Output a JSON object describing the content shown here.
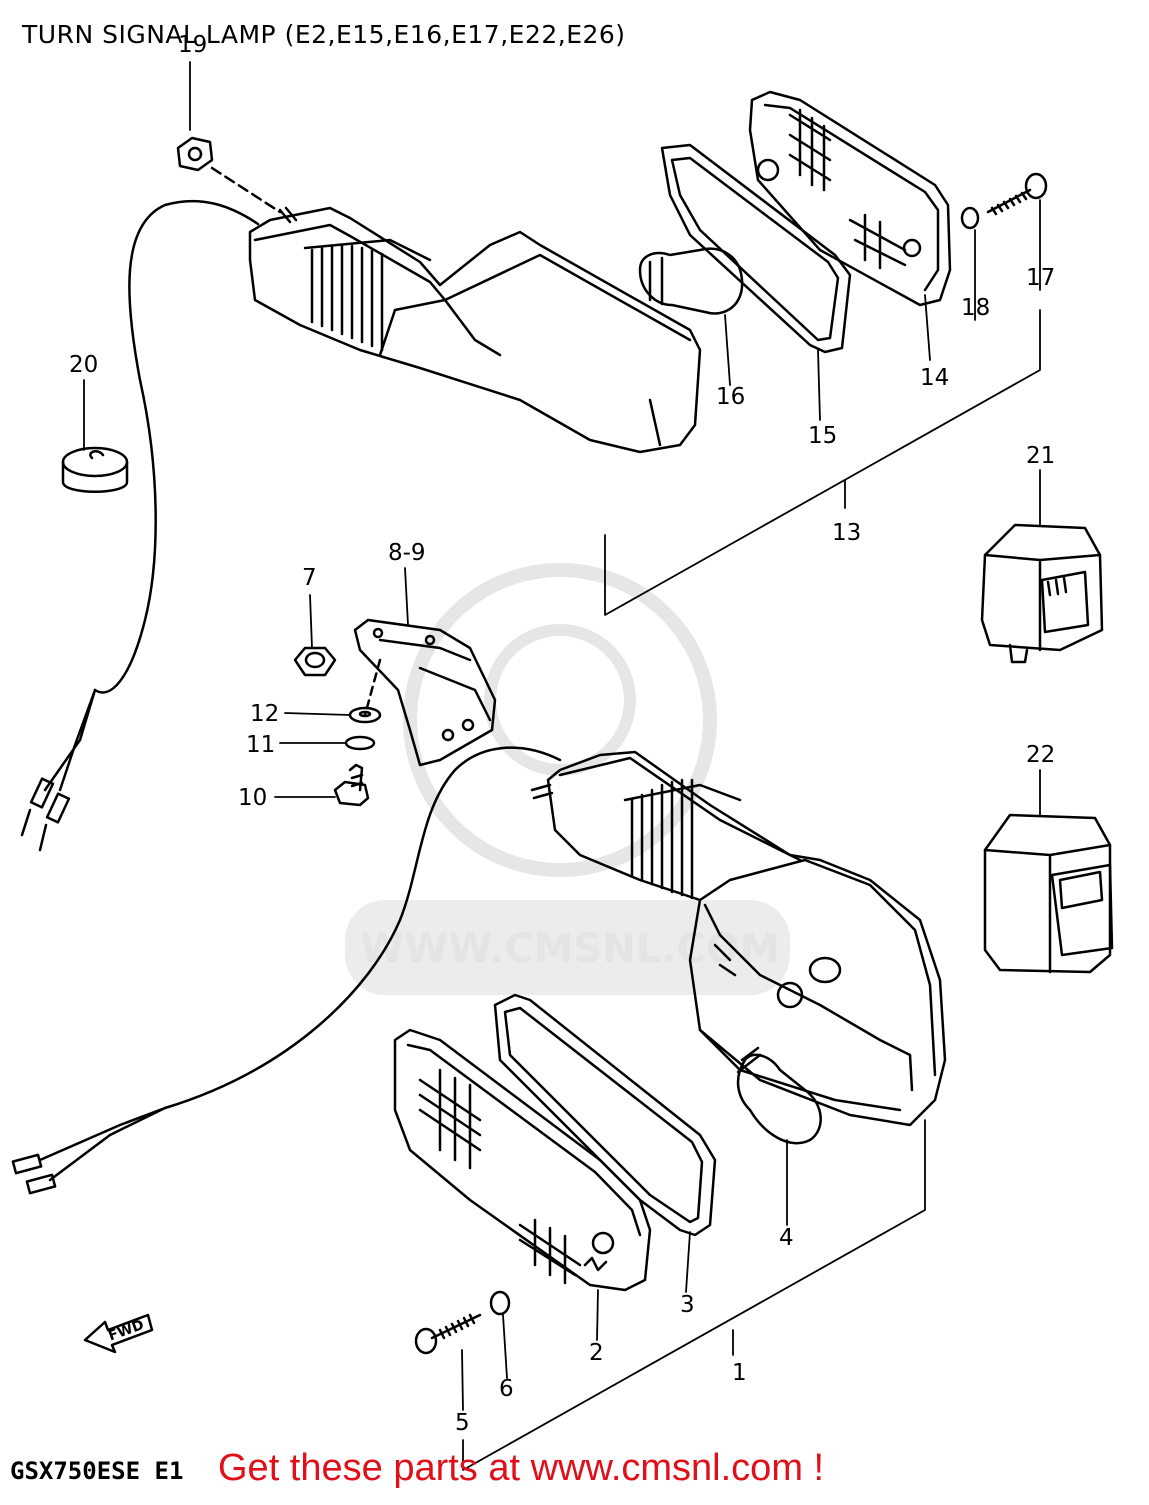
{
  "diagram": {
    "title": "TURN SIGNAL LAMP (E2,E15,E16,E17,E22,E26)",
    "model_code": "GSX750ESE E1",
    "promo": "Get these parts at www.cmsnl.com !",
    "watermark": "WWW.CMSNL.COM",
    "direction_marker": "FWD",
    "callouts": [
      "1",
      "2",
      "3",
      "4",
      "5",
      "6",
      "7",
      "8-9",
      "10",
      "11",
      "12",
      "13",
      "14",
      "15",
      "16",
      "17",
      "18",
      "19",
      "20",
      "21",
      "22"
    ],
    "colors": {
      "ink": "#000000",
      "promo": "#e0101a",
      "watermark": "#e4e4e4"
    }
  }
}
